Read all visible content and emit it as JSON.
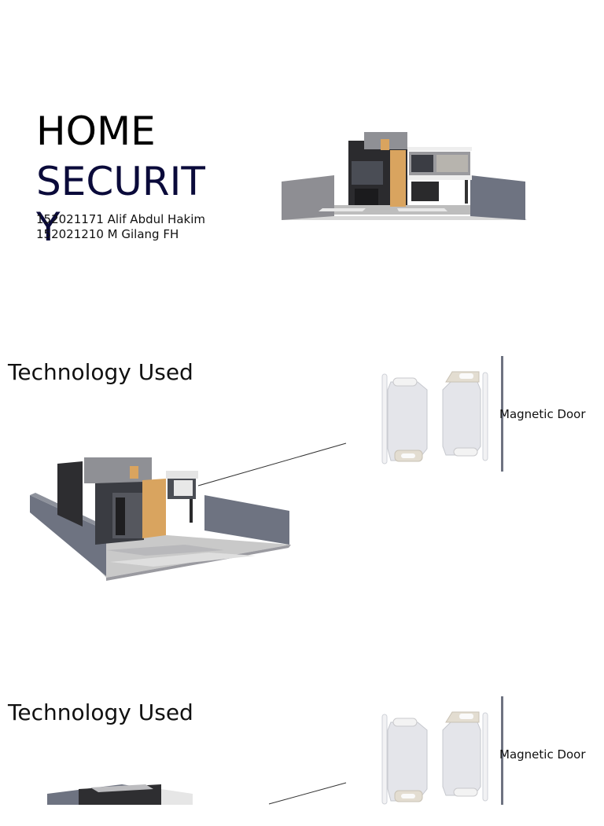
{
  "slide1": {
    "title_line1": "HOME",
    "title_line2": "SECURITY",
    "authors": [
      "152021171 Alif Abdul Hakim",
      "152021210 M Gilang FH"
    ]
  },
  "slide2": {
    "heading": "Technology Used",
    "sensor_label": "Magnetic Door"
  },
  "slide3": {
    "heading": "Technology Used",
    "sensor_label": "Magnetic Door"
  },
  "colors": {
    "title_dark": "#000000",
    "title_navy": "#0a0a3a",
    "wall_gray": "#6e7381",
    "wood": "#d9a45f"
  }
}
